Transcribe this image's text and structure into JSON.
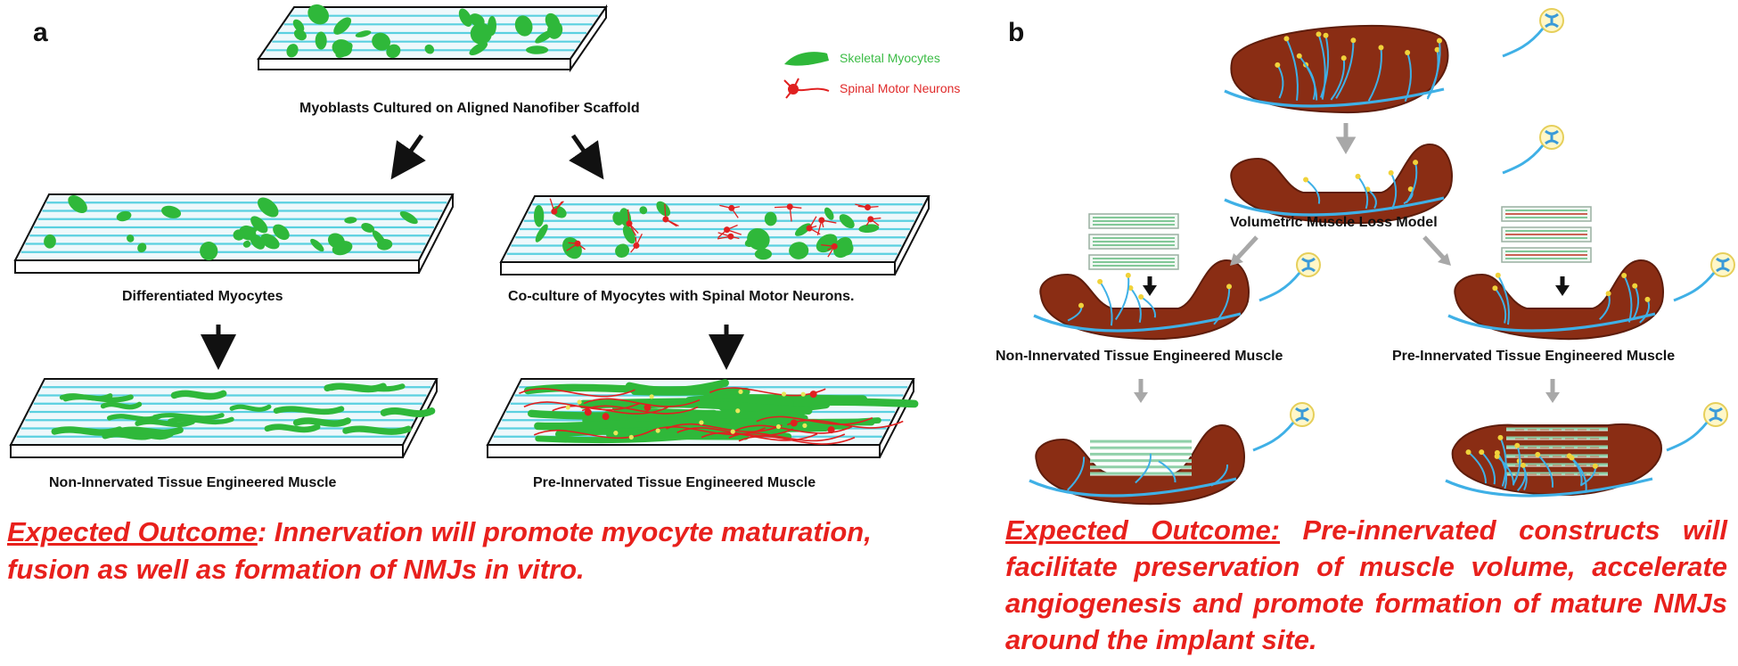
{
  "colors": {
    "fiber_line": "#5ad0e0",
    "scaffold_face": "#eef8fb",
    "myocyte": "#2fb83a",
    "neuron": "#e02020",
    "muscle": "#8a2d14",
    "muscle_dark": "#5e1d0c",
    "vessel": "#3fb0e6",
    "nmj": "#f0d23a",
    "arrow_gray": "#a8a8a8",
    "outcome_red": "#e8201c"
  },
  "panel_a": {
    "letter": "a",
    "legend": {
      "myocytes": "Skeletal Myocytes",
      "neurons": "Spinal Motor Neurons"
    },
    "labels": {
      "top": "Myoblasts Cultured on Aligned Nanofiber Scaffold",
      "mid_left": "Differentiated Myocytes",
      "mid_right": "Co-culture of Myocytes with Spinal Motor Neurons.",
      "bottom_left": "Non-Innervated Tissue Engineered Muscle",
      "bottom_right": "Pre-Innervated Tissue Engineered Muscle"
    },
    "outcome_head": "Expected Outcome",
    "outcome_body": ": Innervation will promote myocyte maturation, fusion as well as formation of NMJs in vitro."
  },
  "panel_b": {
    "letter": "b",
    "labels": {
      "vml": "Volumetric Muscle Loss Model",
      "left": "Non-Innervated Tissue Engineered Muscle",
      "right": "Pre-Innervated Tissue Engineered Muscle"
    },
    "outcome_head": "Expected Outcome:",
    "outcome_body": " Pre-innervated constructs will facilitate preservation of muscle volume, accelerate angiogenesis and promote formation of mature NMJs around the implant site."
  }
}
